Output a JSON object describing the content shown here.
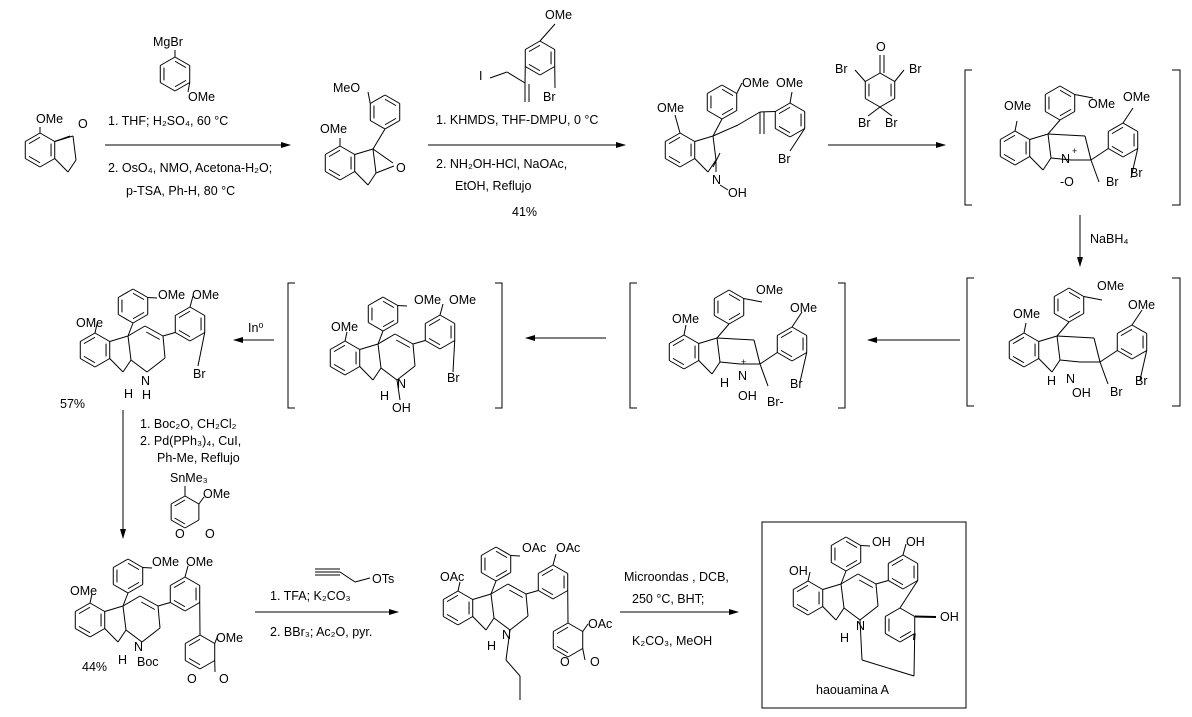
{
  "colors": {
    "ink": "#000000",
    "background": "#ffffff"
  },
  "step1": {
    "mgbr": "MgBr",
    "ome": "OMe",
    "line1": "1.  THF; H₂SO₄, 60 °C",
    "line2": "2.  OsO₄, NMO, Acetona-H₂O;",
    "line3": "p-TSA, Ph-H, 80 °C"
  },
  "c1": {
    "ome": "OMe",
    "o": "O"
  },
  "c2": {
    "meo": "MeO",
    "ome": "OMe",
    "o": "O"
  },
  "step2": {
    "ome": "OMe",
    "i": "I",
    "br": "Br",
    "line1": "1.  KHMDS, THF-DMPU, 0 °C",
    "line2": "2.  NH₂OH-HCl, NaOAc,",
    "line3": "EtOH, Reflujo",
    "yield": "41%"
  },
  "c3": {
    "ome_a": "OMe",
    "ome_b": "OMe",
    "ome_c": "OMe",
    "br": "Br",
    "n": "N",
    "oh": "OH"
  },
  "step3": {
    "o": "O",
    "br1": "Br",
    "br2": "Br",
    "br3": "Br",
    "br4": "Br"
  },
  "c4": {
    "ome_a": "OMe",
    "ome_b": "OMe",
    "ome_c": "OMe",
    "n": "N",
    "plus": "+",
    "o": "-O",
    "br1": "Br",
    "br2": "Br"
  },
  "step4": {
    "label": "NaBH₄"
  },
  "c5": {
    "ome_a": "OMe",
    "ome_b": "OMe",
    "ome_c": "OMe",
    "n": "N",
    "h": "H",
    "oh": "OH",
    "br1": "Br",
    "br2": "Br"
  },
  "c6": {
    "ome_a": "OMe",
    "ome_b": "OMe",
    "ome_c": "OMe",
    "n": "N",
    "plus": "+",
    "h": "H",
    "oh": "OH",
    "brm": "Br-",
    "br": "Br"
  },
  "c7": {
    "ome_a": "OMe",
    "ome_b": "OMe",
    "ome_c": "OMe",
    "n": "N",
    "h": "H",
    "oh": "OH",
    "br": "Br"
  },
  "step5": {
    "label": "In⁰"
  },
  "c8": {
    "ome_a": "OMe",
    "ome_b": "OMe",
    "ome_c": "OMe",
    "n": "N",
    "nh": "H",
    "h": "H",
    "br": "Br",
    "yield": "57%"
  },
  "step6": {
    "line1": "1.  Boc₂O, CH₂Cl₂",
    "line2": "2.  Pd(PPh₃)₄, CuI,",
    "line3": "Ph-Me, Reflujo",
    "snme3": "SnMe₃",
    "ome": "OMe",
    "o1": "O",
    "o2": "O"
  },
  "c9": {
    "ome_a": "OMe",
    "ome_b": "OMe",
    "ome_c": "OMe",
    "ome_d": "OMe",
    "n": "N",
    "boc": "Boc",
    "h": "H",
    "o1": "O",
    "o2": "O",
    "yield": "44%"
  },
  "step7": {
    "ots": "OTs",
    "line1": "1.  TFA; K₂CO₃",
    "line2": "2.  BBr₃; Ac₂O, pyr."
  },
  "c10": {
    "oac_a": "OAc",
    "oac_b": "OAc",
    "oac_c": "OAc",
    "oac_d": "OAc",
    "n": "N",
    "h": "H",
    "o1": "O",
    "o2": "O"
  },
  "step8": {
    "line1": "Microondas , DCB,",
    "line2": "250 °C, BHT;",
    "line3": "K₂CO₃, MeOH"
  },
  "product": {
    "oh_a": "OH",
    "oh_b": "OH",
    "oh_c": "OH",
    "n": "N",
    "h": "H",
    "name": "haouamina A"
  }
}
